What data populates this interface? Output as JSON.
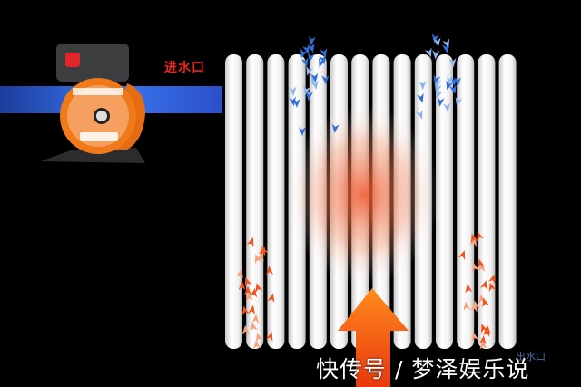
{
  "labels": {
    "inlet": "进水口",
    "outlet": "出水口"
  },
  "watermark": "快传号 / 梦泽娱乐说",
  "colors": {
    "inlet_label": "#e8251e",
    "cold_flow": "#2f6fd6",
    "hot_flow": "#f2541b",
    "pump_body": "#f07a1a",
    "pipe": "#2a5fd8",
    "radiator": "#f2f2f2"
  },
  "radiator": {
    "tube_count": 14
  }
}
